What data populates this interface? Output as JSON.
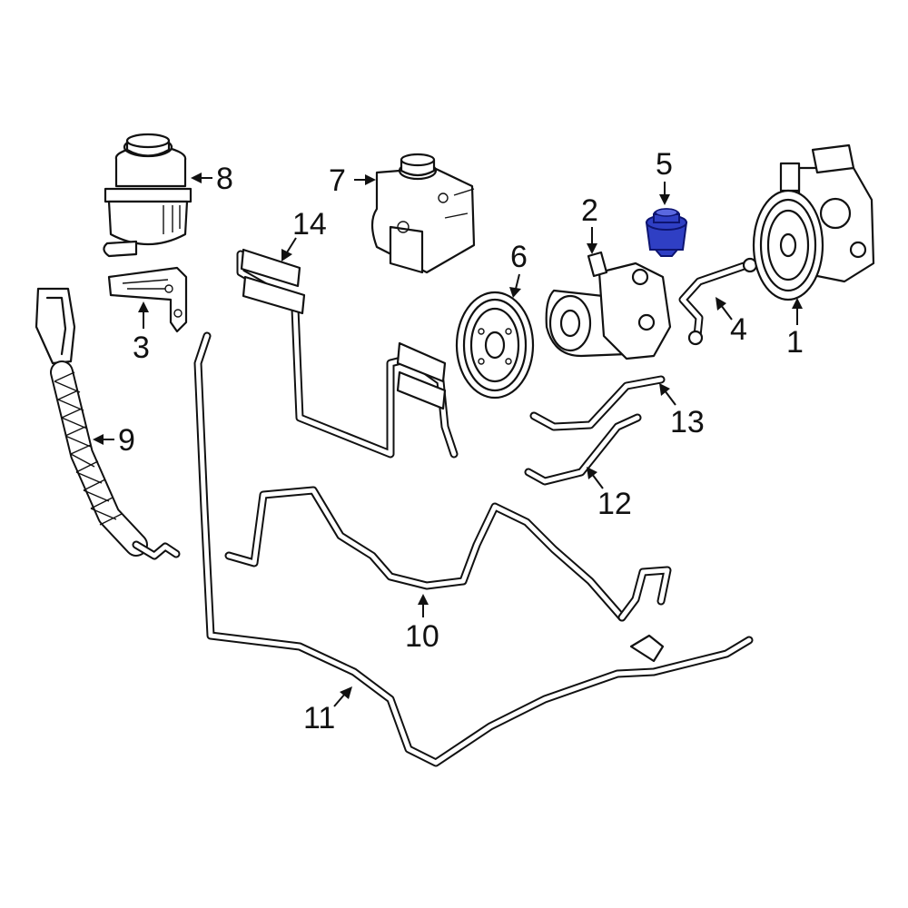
{
  "callouts": {
    "c1": "1",
    "c2": "2",
    "c3": "3",
    "c4": "4",
    "c5": "5",
    "c6": "6",
    "c7": "7",
    "c8": "8",
    "c9": "9",
    "c10": "10",
    "c11": "11",
    "c12": "12",
    "c13": "13",
    "c14": "14"
  },
  "colors": {
    "highlight": "#2f3fc4",
    "line": "#111111",
    "background": "#ffffff"
  }
}
